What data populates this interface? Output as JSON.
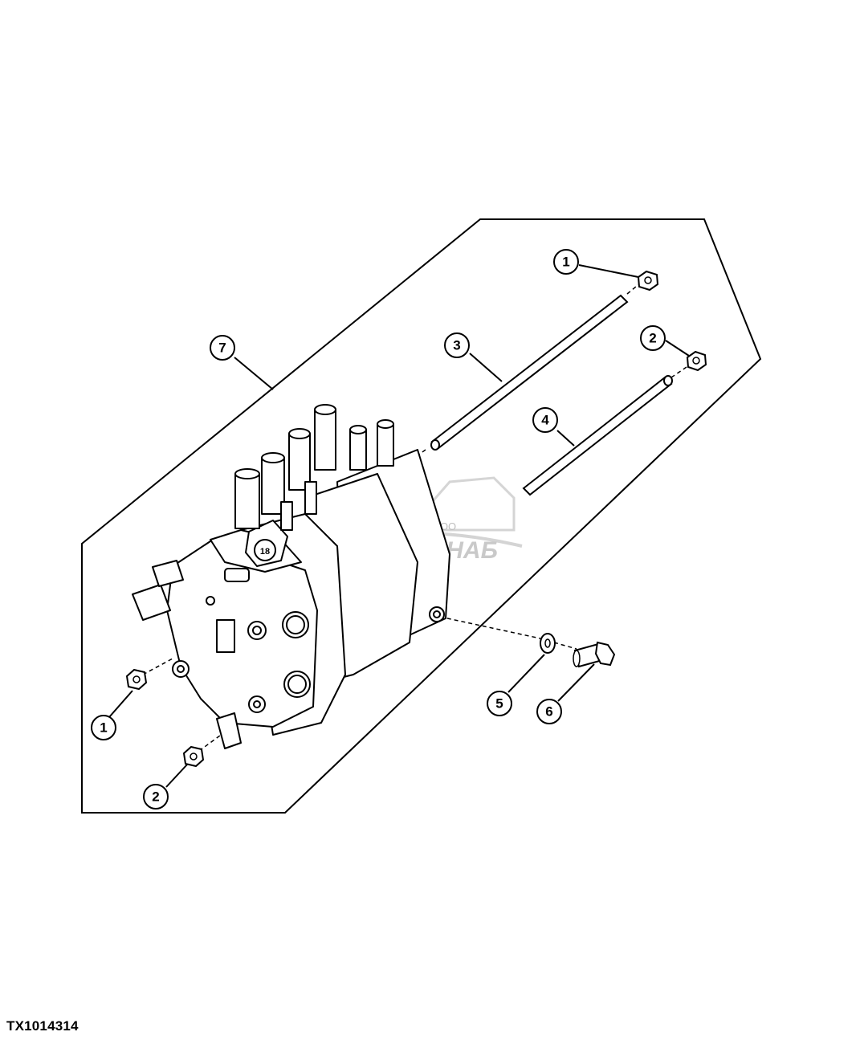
{
  "figure_id": "TX1014314",
  "callouts": [
    {
      "id": "callout-1-top",
      "label": "1"
    },
    {
      "id": "callout-2-top",
      "label": "2"
    },
    {
      "id": "callout-3",
      "label": "3"
    },
    {
      "id": "callout-4",
      "label": "4"
    },
    {
      "id": "callout-7",
      "label": "7"
    },
    {
      "id": "callout-1-bottom",
      "label": "1"
    },
    {
      "id": "callout-2-bottom",
      "label": "2"
    },
    {
      "id": "callout-5",
      "label": "5"
    },
    {
      "id": "callout-6",
      "label": "6"
    }
  ],
  "valve_stamp": "18",
  "watermark": {
    "small": "ООО",
    "big": "АГРОСНАБ"
  }
}
